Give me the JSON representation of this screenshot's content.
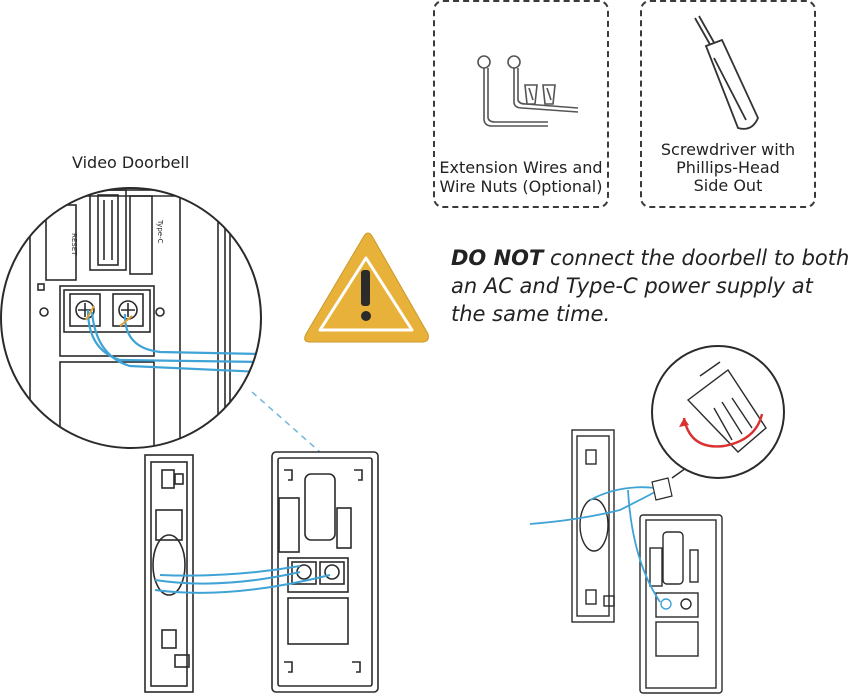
{
  "labels": {
    "video_doorbell": "Video Doorbell",
    "extension_wires_line1": "Extension Wires and",
    "extension_wires_line2": "Wire Nuts (Optional)",
    "screwdriver_line1": "Screwdriver with",
    "screwdriver_line2": "Phillips-Head",
    "screwdriver_line3": "Side Out",
    "reset": "RESET",
    "typec": "Type-C"
  },
  "warning": {
    "emphasis": "DO NOT",
    "rest": " connect the doorbell to both an AC and Type-C power supply at the same time."
  },
  "colors": {
    "wire": "#3fa3d6",
    "warning_fill": "#e8b23a",
    "outline": "#2b2b2b",
    "rotate_arrow": "#d93030",
    "dashed_leader": "#6fb7dd"
  }
}
